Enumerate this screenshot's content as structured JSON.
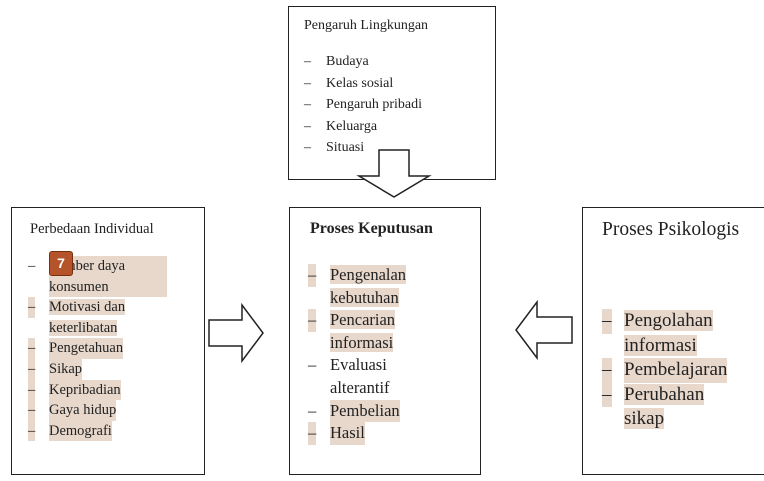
{
  "top_box": {
    "title": "Pengaruh Lingkungan",
    "items": [
      "Budaya",
      "Kelas sosial",
      "Pengaruh pribadi",
      "Keluarga",
      "Situasi"
    ]
  },
  "left_box": {
    "title": "Perbedaan Individual",
    "items": [
      "Sumber daya konsumen",
      "Motivasi dan keterlibatan",
      "Pengetahuan",
      "Sikap",
      "Kepribadian",
      "Gaya hidup",
      "Demografi"
    ]
  },
  "center_box": {
    "title": "Proses Keputusan",
    "items": [
      "Pengenalan kebutuhan",
      "Pencarian informasi",
      "Evaluasi alterantif",
      "Pembelian",
      "Hasil"
    ]
  },
  "right_box": {
    "title": "Proses Psikologis",
    "items": [
      "Pengolahan informasi",
      "Pembelajaran",
      "Perubahan sikap"
    ]
  },
  "dash": "–",
  "badge": "7",
  "colors": {
    "highlight": "#e8d8cc",
    "badge": "#b5532a",
    "border": "#222222"
  }
}
